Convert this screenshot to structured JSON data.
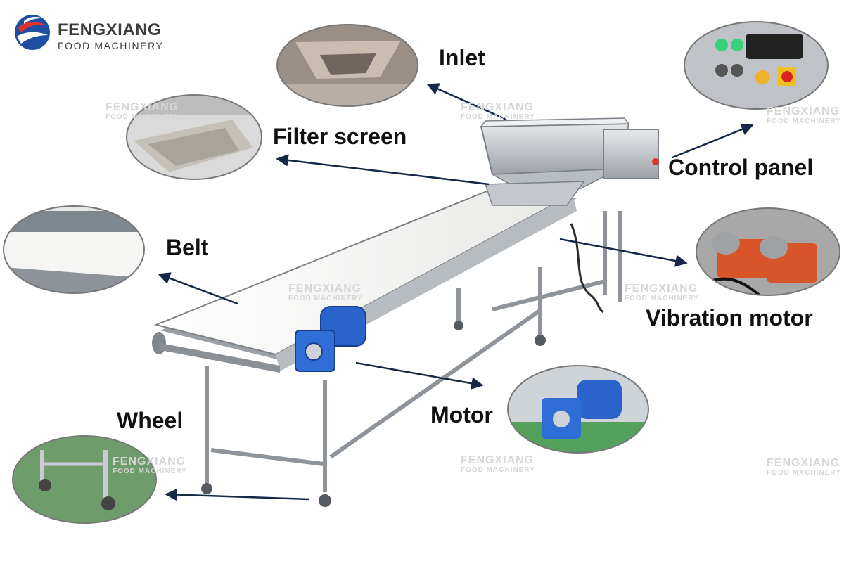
{
  "brand": {
    "name": "FENGXIANG",
    "subtitle": "FOOD MACHINERY",
    "primary_color": "#1f4fa3",
    "accent_color": "#e0322f"
  },
  "watermark": {
    "line1": "FENGXIANG",
    "line2": "FOOD MACHINERY"
  },
  "callouts": {
    "inlet": "Inlet",
    "filter_screen": "Filter screen",
    "control_panel": "Control panel",
    "belt": "Belt",
    "vibration_motor": "Vibration motor",
    "motor": "Motor",
    "wheel": "Wheel"
  },
  "colors": {
    "arrow": "#152848",
    "steel": "#c9ccd0",
    "belt": "#f3f3f1",
    "motor_blue": "#2a63c9",
    "vibration_orange": "#d8552a"
  }
}
